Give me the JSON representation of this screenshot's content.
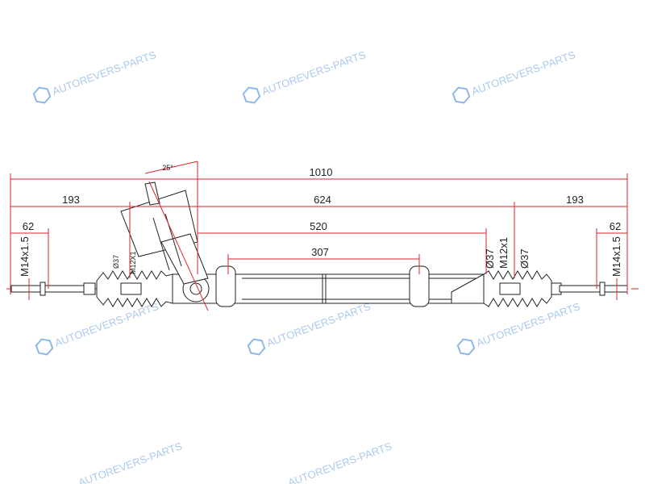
{
  "watermark": {
    "text": "AUTOREVERS-PARTS",
    "logo": "AR",
    "color": "#5b9be0"
  },
  "dimensions": {
    "overall": "1010",
    "left_end": "193",
    "center": "624",
    "right_end": "193",
    "rack_span": "520",
    "mount_span": "307",
    "left_thread_len": "62",
    "right_thread_len": "62",
    "left_thread": "M14x1.5",
    "right_thread": "M14x1.5",
    "left_boot_dia": "Ø37",
    "left_inner_thread": "M12X1",
    "right_boot_dia_1": "Ø37",
    "right_inner_thread": "M12x1",
    "right_boot_dia_2": "Ø37",
    "angle": "25°"
  },
  "colors": {
    "dimension": "#d9262b",
    "outline": "#222222"
  }
}
